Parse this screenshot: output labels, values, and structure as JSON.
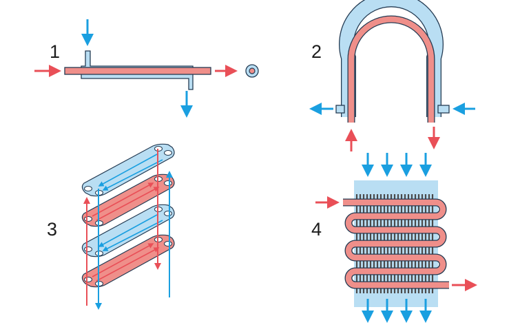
{
  "colors": {
    "hot": "#e94f57",
    "hot_fill": "#ef8f8a",
    "cold": "#1a9fe0",
    "cold_fill": "#b9def3",
    "outline": "#243b53",
    "fin": "#4a4a4a"
  },
  "panels": [
    {
      "label": "1",
      "icon": "concentric-tube-heat-exchanger"
    },
    {
      "label": "2",
      "icon": "coiled-tube-heat-exchanger"
    },
    {
      "label": "3",
      "icon": "plate-heat-exchanger"
    },
    {
      "label": "4",
      "icon": "finned-coil-heat-exchanger"
    }
  ]
}
